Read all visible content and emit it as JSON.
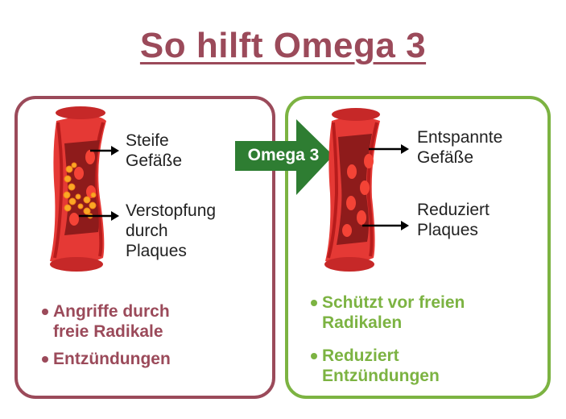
{
  "title": "So hilft Omega 3",
  "colors": {
    "left_accent": "#9b4a5a",
    "right_accent": "#7cb342",
    "arrow_green": "#2e7d32",
    "vessel_red": "#d32f2f"
  },
  "arrow_label": "Omega 3",
  "left": {
    "label_top": "Steife\nGefäße",
    "label_bottom": "Verstopfung\ndurch\nPlaques",
    "bullets": [
      "Angriffe durch\nfreie Radikale",
      "Entzündungen"
    ]
  },
  "right": {
    "label_top": "Entspannte\nGefäße",
    "label_bottom": "Reduziert\nPlaques",
    "bullets": [
      "Schützt vor freien\nRadikalen",
      "Reduziert\nEntzündungen"
    ]
  }
}
